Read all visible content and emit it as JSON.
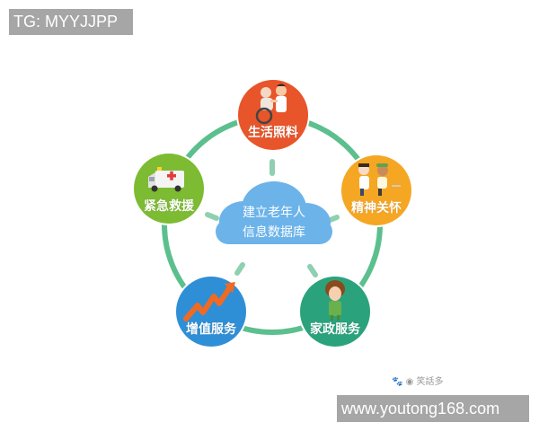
{
  "watermarks": {
    "top_left": "TG: MYYJJPP",
    "bottom_right": "www.youtong168.com",
    "small_mark": "🐾 ◉ 笑話多"
  },
  "center": {
    "line1": "建立老年人",
    "line2": "信息数据库",
    "color": "#6cb3ea",
    "icon": "cloud-icon"
  },
  "ring_color": "#5cbf8e",
  "nodes": [
    {
      "label": "生活照料",
      "color": "#e8552a",
      "icon": "caregiver-wheelchair-icon"
    },
    {
      "label": "精神关怀",
      "color": "#f5a623",
      "icon": "doctor-patient-icon"
    },
    {
      "label": "家政服务",
      "color": "#2aa37c",
      "icon": "housekeeper-icon"
    },
    {
      "label": "增值服务",
      "color": "#2f8fd6",
      "icon": "rising-arrow-icon"
    },
    {
      "label": "紧急救援",
      "color": "#7dbb33",
      "icon": "ambulance-icon"
    }
  ]
}
